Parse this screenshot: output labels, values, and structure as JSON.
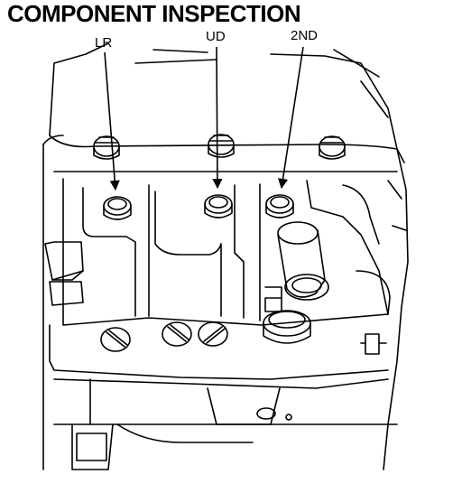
{
  "title": "COMPONENT INSPECTION",
  "callouts": [
    {
      "id": "lr",
      "label": "LR"
    },
    {
      "id": "ud",
      "label": "UD"
    },
    {
      "id": "2nd",
      "label": "2ND"
    }
  ]
}
